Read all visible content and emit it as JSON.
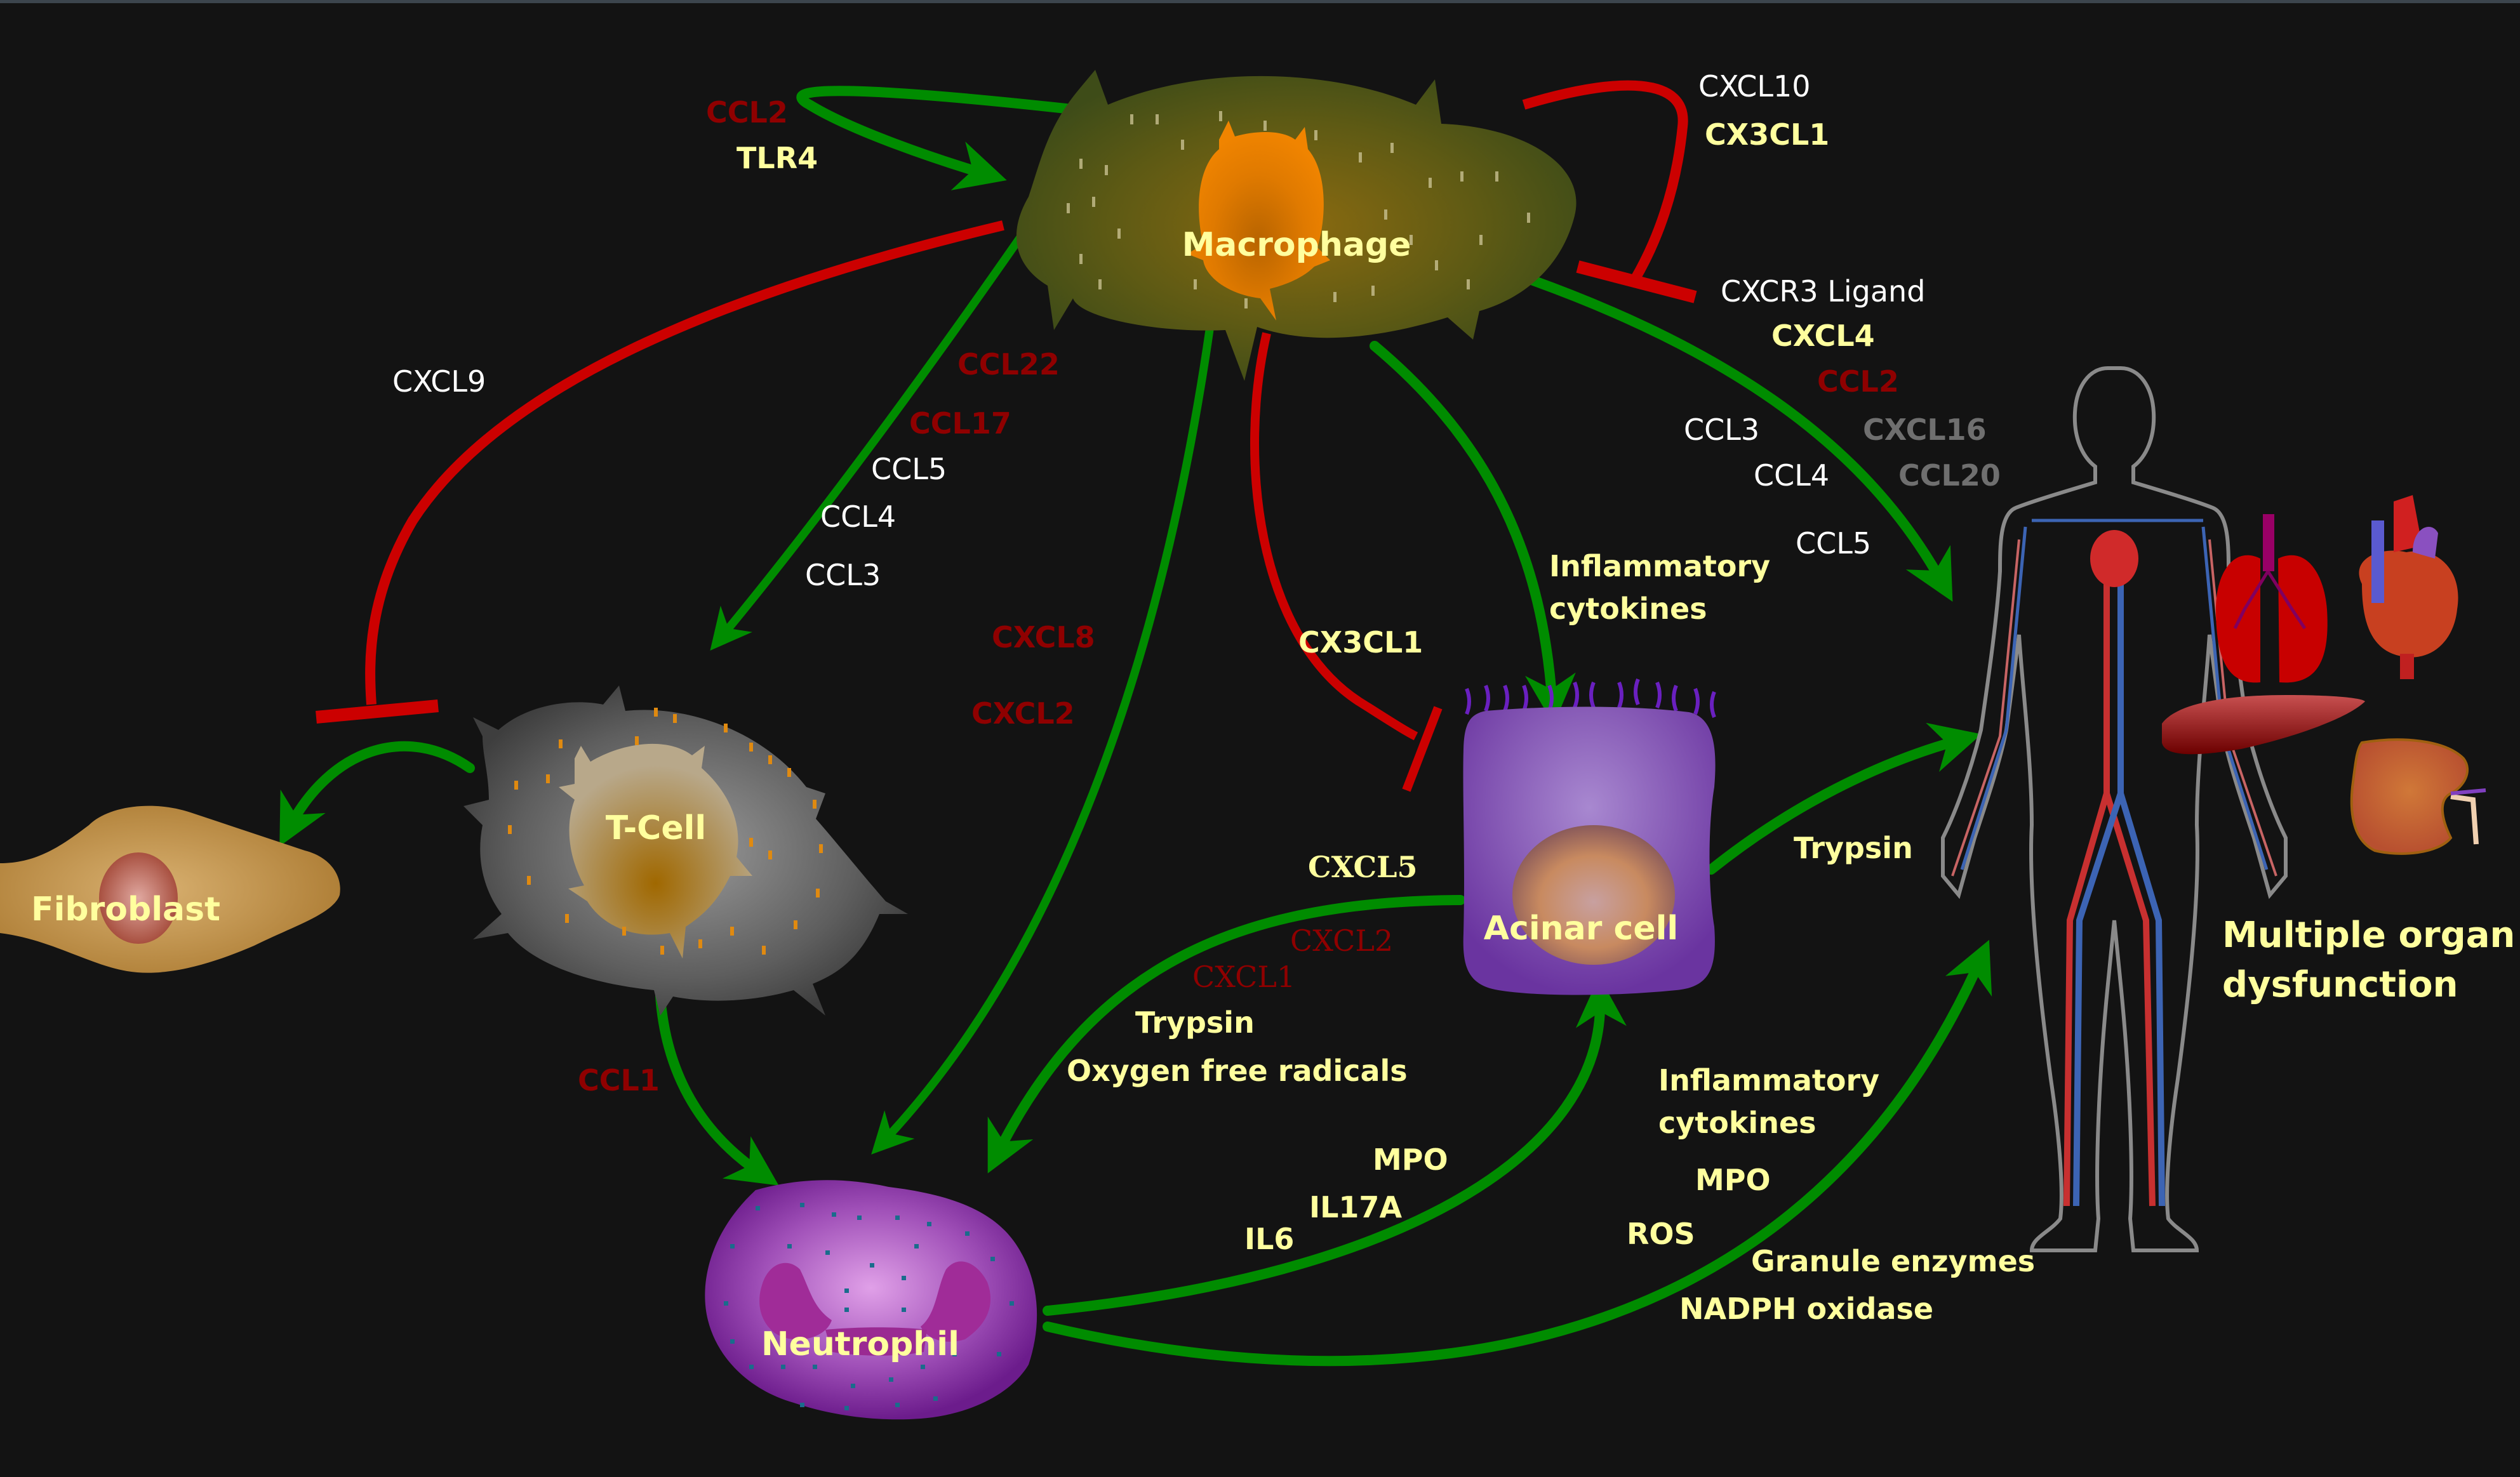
{
  "colors": {
    "background": "#131313",
    "activation_arrow": "#008c00",
    "inhibition_arrow": "#cc0000",
    "label_white": "#ffffff",
    "label_yellow": "#ffff9e",
    "label_red": "#8f0000",
    "label_grey": "#6f6f6f"
  },
  "cells": {
    "macrophage": "Macrophage",
    "t_cell": "T-Cell",
    "fibroblast": "Fibroblast",
    "acinar_cell": "Acinar cell",
    "neutrophil": "Neutrophil"
  },
  "outcome": {
    "line1": "Multiple organ",
    "line2": "dysfunction",
    "organs": [
      "human-body-circulatory",
      "lungs",
      "heart",
      "liver",
      "kidney"
    ]
  },
  "labels": {
    "macrophage_self": {
      "ccl2": "CCL2",
      "tlr4": "TLR4"
    },
    "macrophage_inhibit_self": {
      "cxcl10": "CXCL10",
      "cx3cl1": "CX3CL1",
      "cxcr3_ligand": "CXCR3 Ligand"
    },
    "macrophage_to_body": {
      "cxcl4": "CXCL4",
      "ccl2": "CCL2",
      "ccl3": "CCL3",
      "cxcl16": "CXCL16",
      "ccl4": "CCL4",
      "ccl20": "CCL20",
      "ccl5": "CCL5"
    },
    "macrophage_inhibit_tcell": {
      "cxcl9": "CXCL9"
    },
    "macrophage_to_tcell": {
      "ccl22": "CCL22",
      "ccl17": "CCL17",
      "ccl5": "CCL5",
      "ccl4": "CCL4",
      "ccl3": "CCL3"
    },
    "macrophage_to_neutrophil": {
      "cxcl8": "CXCL8",
      "cxcl2": "CXCL2"
    },
    "macrophage_inhibit_acinar": {
      "cx3cl1": "CX3CL1"
    },
    "macrophage_to_acinar": {
      "line1": "Inflammatory",
      "line2": "cytokines"
    },
    "acinar_to_body": {
      "trypsin": "Trypsin"
    },
    "acinar_to_neutrophil": {
      "cxcl5": "CXCL5",
      "cxcl2": "CXCL2",
      "cxcl1": "CXCL1",
      "trypsin": "Trypsin",
      "oxygen_free_radicals": "Oxygen free radicals"
    },
    "tcell_to_neutrophil": {
      "ccl1": "CCL1"
    },
    "neutrophil_to_acinar": {
      "mpo": "MPO",
      "il17a": "IL17A",
      "il6": "IL6"
    },
    "neutrophil_to_body": {
      "line1": "Inflammatory",
      "line2": "cytokines",
      "mpo": "MPO",
      "ros": "ROS",
      "granule_enzymes": "Granule enzymes",
      "nadph_oxidase": "NADPH oxidase"
    }
  },
  "edges": [
    {
      "from": "macrophage",
      "to": "macrophage",
      "type": "activation"
    },
    {
      "from": "macrophage",
      "to": "macrophage",
      "type": "inhibition"
    },
    {
      "from": "macrophage",
      "to": "multiple-organs",
      "type": "activation"
    },
    {
      "from": "macrophage",
      "to": "t-cell",
      "type": "inhibition"
    },
    {
      "from": "macrophage",
      "to": "t-cell",
      "type": "activation"
    },
    {
      "from": "macrophage",
      "to": "neutrophil",
      "type": "activation"
    },
    {
      "from": "macrophage",
      "to": "acinar-cell",
      "type": "inhibition"
    },
    {
      "from": "macrophage",
      "to": "acinar-cell",
      "type": "activation"
    },
    {
      "from": "t-cell",
      "to": "fibroblast",
      "type": "activation"
    },
    {
      "from": "t-cell",
      "to": "neutrophil",
      "type": "activation"
    },
    {
      "from": "acinar-cell",
      "to": "neutrophil",
      "type": "activation"
    },
    {
      "from": "acinar-cell",
      "to": "multiple-organs",
      "type": "activation"
    },
    {
      "from": "neutrophil",
      "to": "acinar-cell",
      "type": "activation"
    },
    {
      "from": "neutrophil",
      "to": "multiple-organs",
      "type": "activation"
    }
  ]
}
